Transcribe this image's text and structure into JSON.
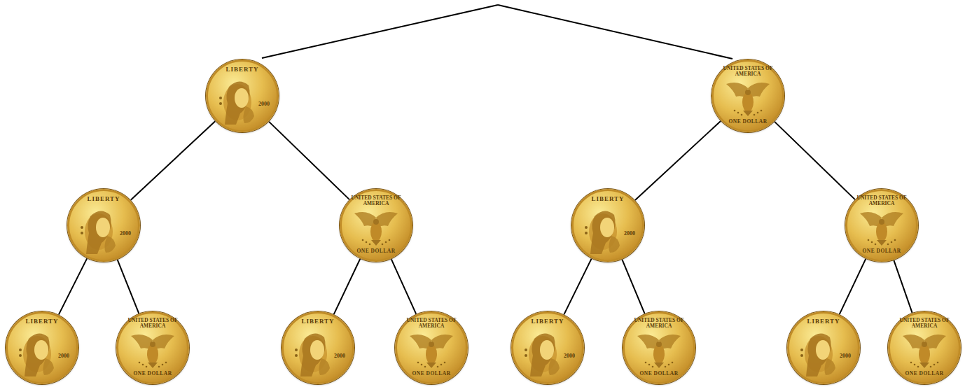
{
  "diagram": {
    "nodes": [
      {
        "text": [
          "LIBERTY",
          "2000"
        ]
      },
      {
        "text": [
          "UNITED STATES OF AMERICA",
          "ONE DOLLAR"
        ]
      },
      {
        "text": [
          "LIBERTY",
          "2000"
        ]
      },
      {
        "text": [
          "UNITED STATES OF AMERICA",
          "ONE DOLLAR"
        ]
      },
      {
        "text": [
          "LIBERTY",
          "2000"
        ]
      },
      {
        "text": [
          "UNITED STATES OF AMERICA",
          "ONE DOLLAR"
        ]
      },
      {
        "text": [
          "LIBERTY",
          "2000"
        ]
      },
      {
        "text": [
          "UNITED STATES OF AMERICA",
          "ONE DOLLAR"
        ]
      },
      {
        "text": [
          "LIBERTY",
          "2000"
        ]
      },
      {
        "text": [
          "UNITED STATES OF AMERICA",
          "ONE DOLLAR"
        ]
      },
      {
        "text": [
          "LIBERTY",
          "2000"
        ]
      },
      {
        "text": [
          "UNITED STATES OF AMERICA",
          "ONE DOLLAR"
        ]
      },
      {
        "text": [
          "LIBERTY",
          "2000"
        ]
      },
      {
        "text": [
          "UNITED STATES OF AMERICA",
          "ONE DOLLAR"
        ]
      }
    ],
    "edges": [
      {
        "from": 0,
        "to": 2,
        "arrow": "none"
      },
      {
        "from": 0,
        "to": 3,
        "arrow": "none"
      },
      {
        "from": 1,
        "to": 4,
        "arrow": "none"
      },
      {
        "from": 1,
        "to": 5,
        "arrow": "none"
      },
      {
        "from": 2,
        "to": 6,
        "arrow": "none"
      },
      {
        "from": 2,
        "to": 7,
        "arrow": "none"
      },
      {
        "from": 3,
        "to": 8,
        "arrow": "none"
      },
      {
        "from": 3,
        "to": 9,
        "arrow": "none"
      },
      {
        "from": 4,
        "to": 10,
        "arrow": "none"
      },
      {
        "from": 4,
        "to": 11,
        "arrow": "none"
      },
      {
        "from": 5,
        "to": 12,
        "arrow": "none"
      },
      {
        "from": 5,
        "to": 13,
        "arrow": "none"
      }
    ]
  }
}
